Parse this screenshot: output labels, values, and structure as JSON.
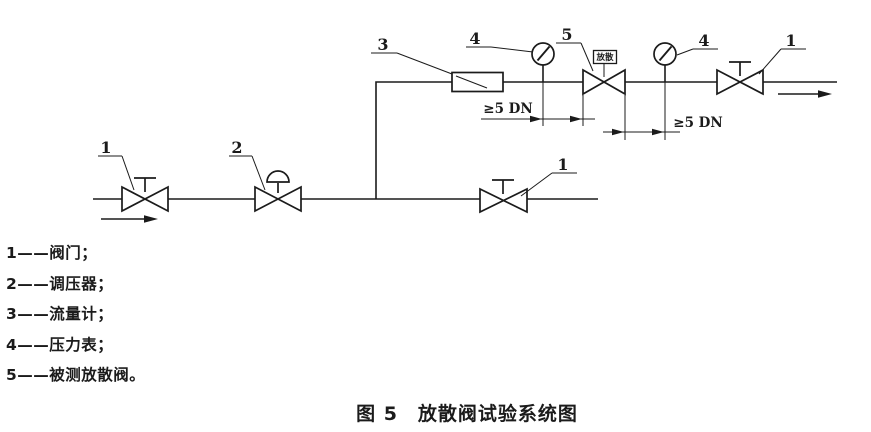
{
  "figure": {
    "caption": "图 5　放散阀试验系统图"
  },
  "diagram": {
    "component_labels": {
      "inlet_valve": "1",
      "regulator": "2",
      "flow_meter": "3",
      "upstream_gauge": "4",
      "test_valve": "5",
      "downstream_gauge": "4",
      "outlet_valve": "1",
      "branch_valve": "1"
    },
    "test_valve_tag": "放散",
    "upstream_spacing": "≥5 DN",
    "downstream_spacing": "≥5 DN"
  },
  "legend": {
    "items": [
      "1——阀门；",
      "2——调压器；",
      "3——流量计；",
      "4——压力表；",
      "5——被测放散阀。"
    ]
  },
  "colors": {
    "ink": "#1b1b1b",
    "paper": "#ffffff"
  }
}
